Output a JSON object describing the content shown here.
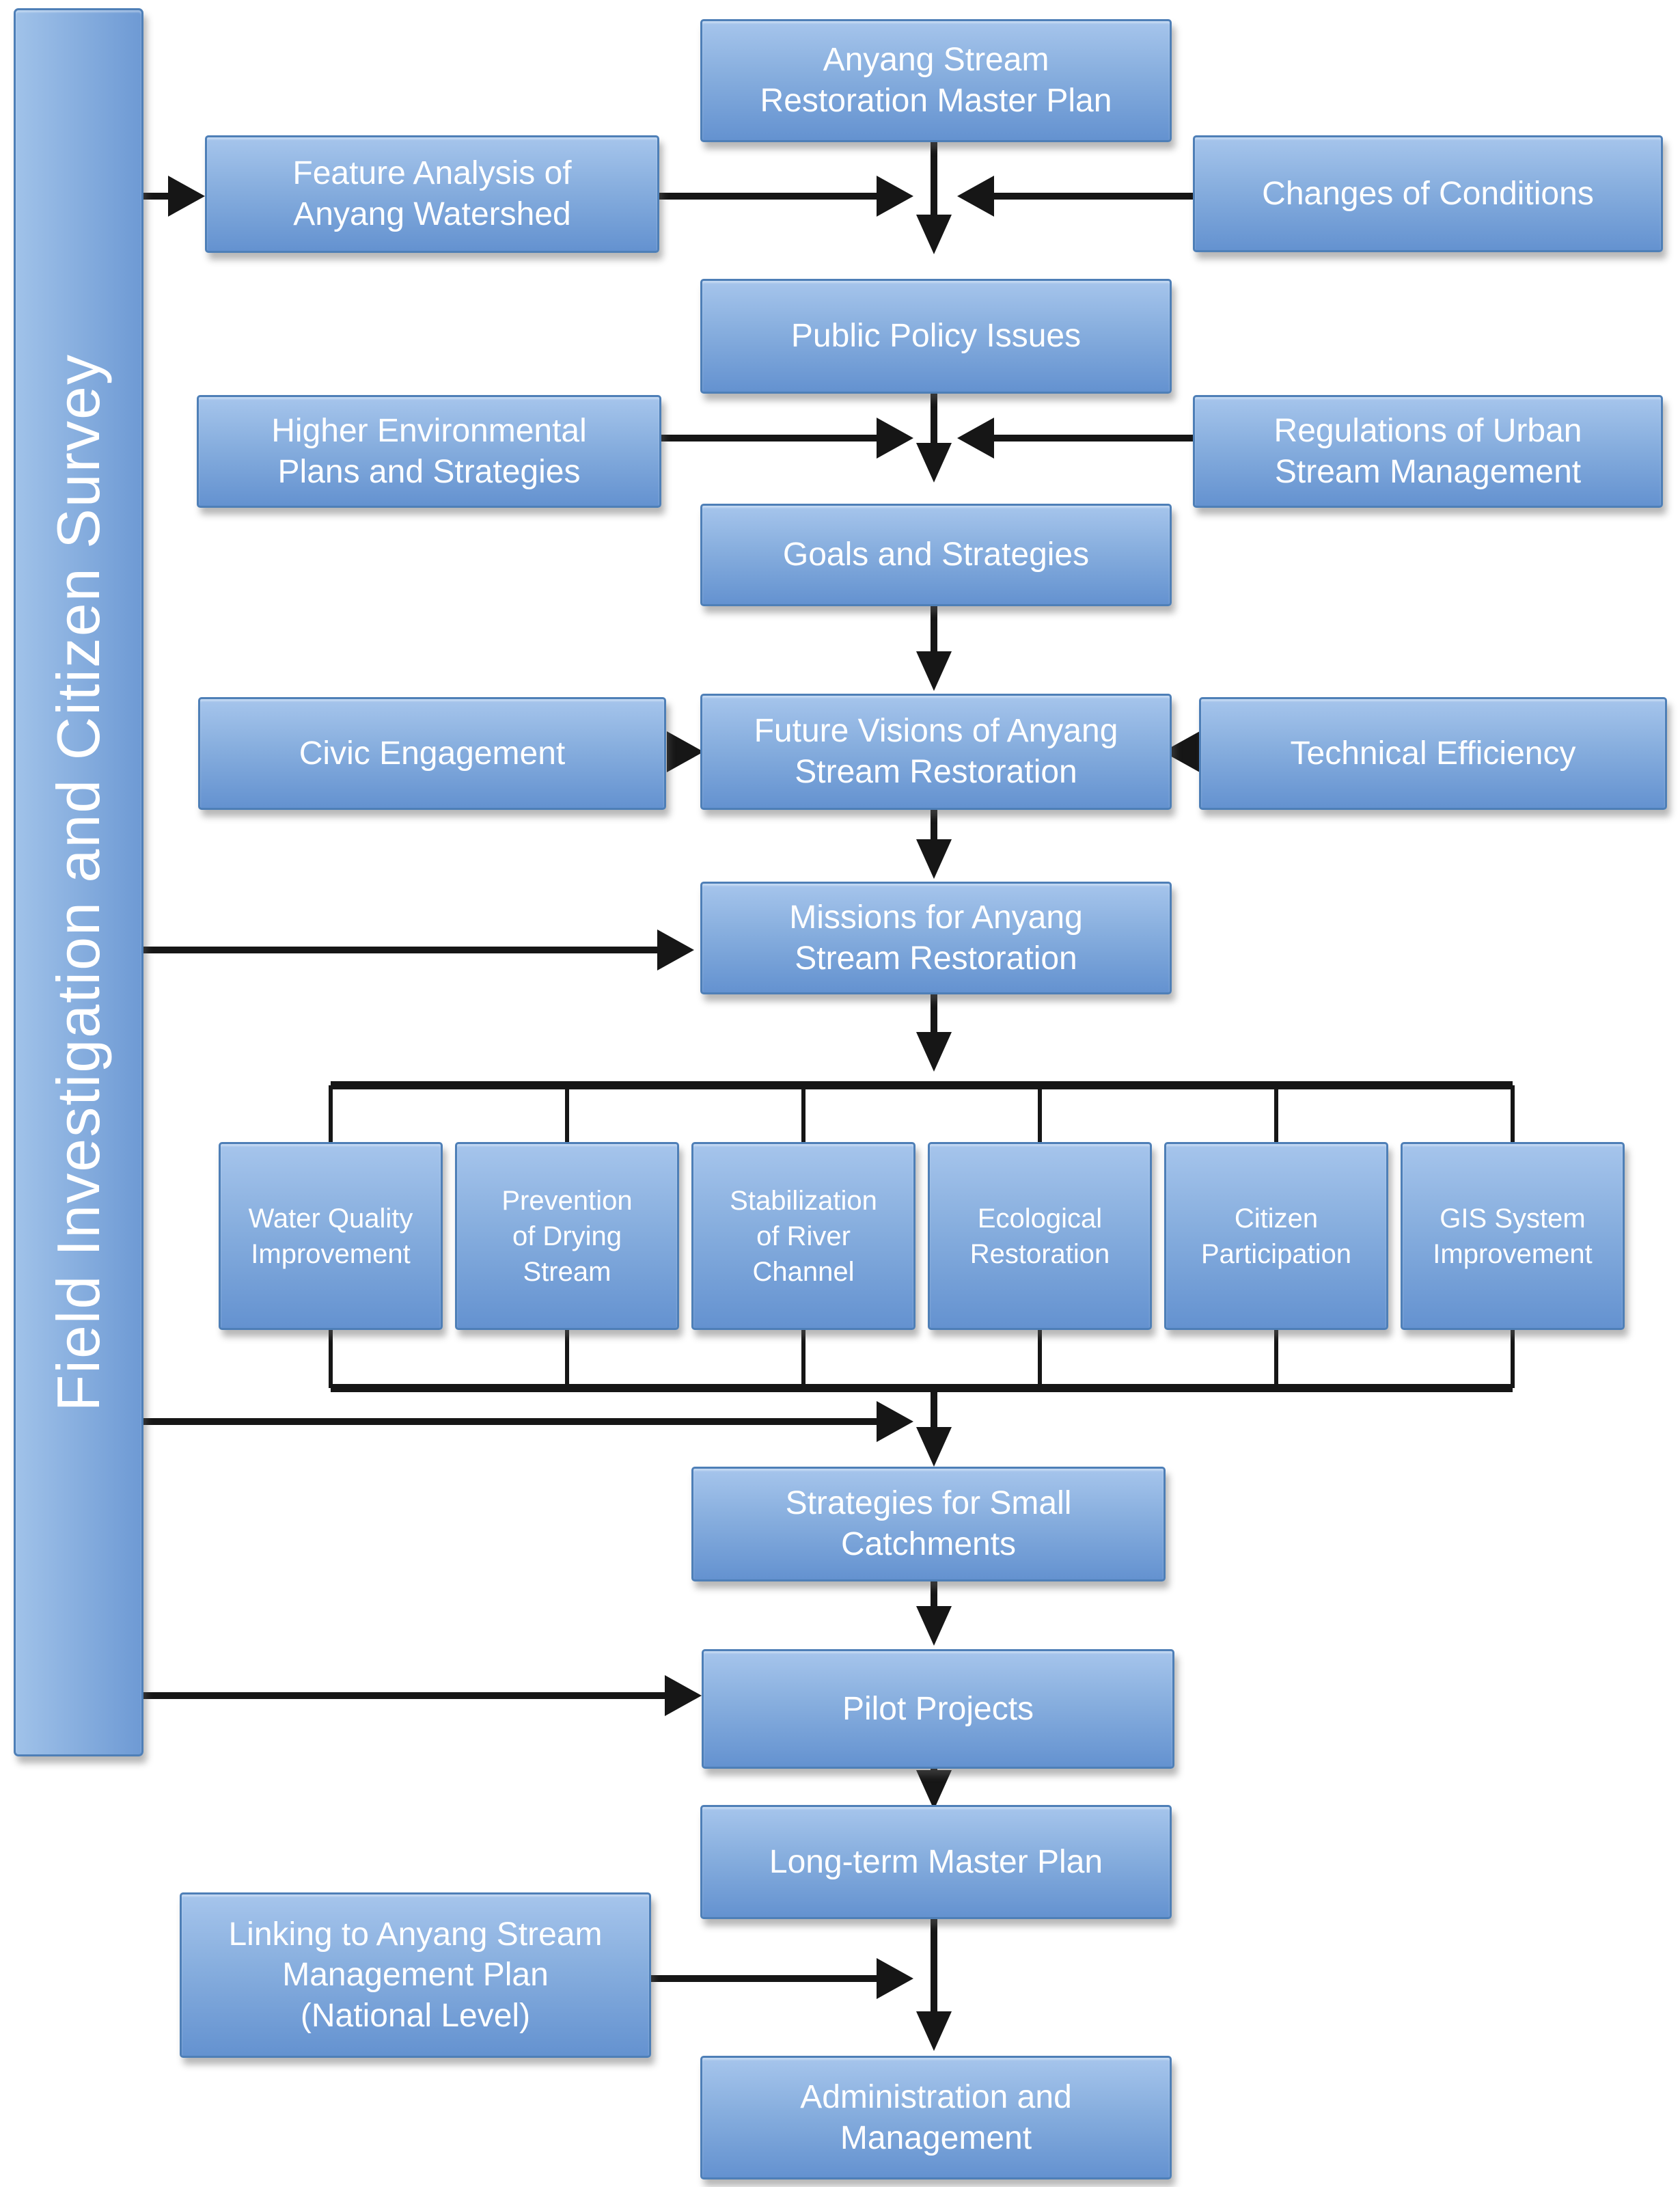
{
  "colors": {
    "box-top": "#a6c5ec",
    "box-mid": "#87aede",
    "box-bottom": "#6492d0",
    "box-border": "#4e7fb7",
    "bar-left": "#a0c2e9",
    "bar-right": "#6e9ad4",
    "text": "#ffffff",
    "connector": "#161616",
    "page-bg": "#ffffff"
  },
  "sidebar": {
    "label": "Field Investigation and Citizen Survey"
  },
  "nodes": {
    "master_plan": {
      "label": "Anyang Stream\nRestoration Master Plan"
    },
    "feature_analysis": {
      "label": "Feature Analysis of\nAnyang Watershed"
    },
    "changes_conditions": {
      "label": "Changes of Conditions"
    },
    "public_policy": {
      "label": "Public Policy Issues"
    },
    "higher_env": {
      "label": "Higher Environmental\nPlans and Strategies"
    },
    "regulations": {
      "label": "Regulations of Urban\nStream Management"
    },
    "goals": {
      "label": "Goals and Strategies"
    },
    "civic": {
      "label": "Civic Engagement"
    },
    "future_visions": {
      "label": "Future Visions of Anyang\nStream Restoration"
    },
    "technical": {
      "label": "Technical Efficiency"
    },
    "missions": {
      "label": "Missions for Anyang\nStream Restoration"
    },
    "sub_missions": {
      "items": [
        "Water Quality\nImprovement",
        "Prevention\nof Drying\nStream",
        "Stabilization\nof River\nChannel",
        "Ecological\nRestoration",
        "Citizen\nParticipation",
        "GIS System\nImprovement"
      ]
    },
    "strategies_small": {
      "label": "Strategies for Small\nCatchments"
    },
    "pilot": {
      "label": "Pilot Projects"
    },
    "longterm": {
      "label": "Long-term Master Plan"
    },
    "linking": {
      "label": "Linking to Anyang Stream\nManagement Plan\n(National Level)"
    },
    "admin": {
      "label": "Administration and\nManagement"
    }
  }
}
